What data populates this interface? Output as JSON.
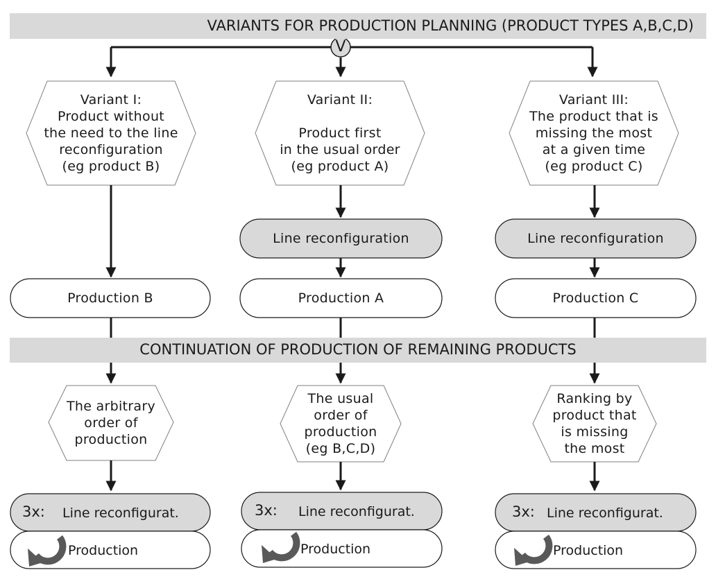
{
  "title": "VARIANTS FOR PRODUCTION PLANNING (PRODUCT TYPES A,B,C,D)",
  "decision_symbol": "V",
  "section_title": "CONTINUATION OF PRODUCTION OF REMAINING PRODUCTS",
  "variants": [
    {
      "lines": [
        "Variant I:",
        "Product without",
        "the need to the line",
        "reconfiguration",
        "(eg  product B)"
      ],
      "production": "Production B",
      "order_lines": [
        "The arbitrary",
        "order of",
        "production"
      ],
      "repeat_count": "3x:",
      "repeat_reconfig": "Line reconfigurat.",
      "repeat_production": "Production"
    },
    {
      "lines": [
        "Variant II:",
        "",
        "Product first",
        "in the usual order",
        "(eg  product A)"
      ],
      "reconfiguration": "Line reconfiguration",
      "production": "Production A",
      "order_lines": [
        "The usual",
        "order of",
        "production",
        "(eg  B,C,D)"
      ],
      "repeat_count": "3x:",
      "repeat_reconfig": "Line reconfigurat.",
      "repeat_production": "Production"
    },
    {
      "lines": [
        "Variant III:",
        "The product that is",
        "missing the most",
        "at a given time",
        "(eg  product C)"
      ],
      "reconfiguration": "Line reconfiguration",
      "production": "Production C",
      "order_lines": [
        "Ranking by",
        "product that",
        "is missing",
        "the most"
      ],
      "repeat_count": "3x:",
      "repeat_reconfig": "Line reconfigurat.",
      "repeat_production": "Production"
    }
  ],
  "colors": {
    "banner": "#d9d9d9",
    "node_gray": "#d9d9d9",
    "stroke": "#1a1a1a",
    "hex_stroke": "#7f7f7f",
    "cycle_arrow": "#595959"
  }
}
